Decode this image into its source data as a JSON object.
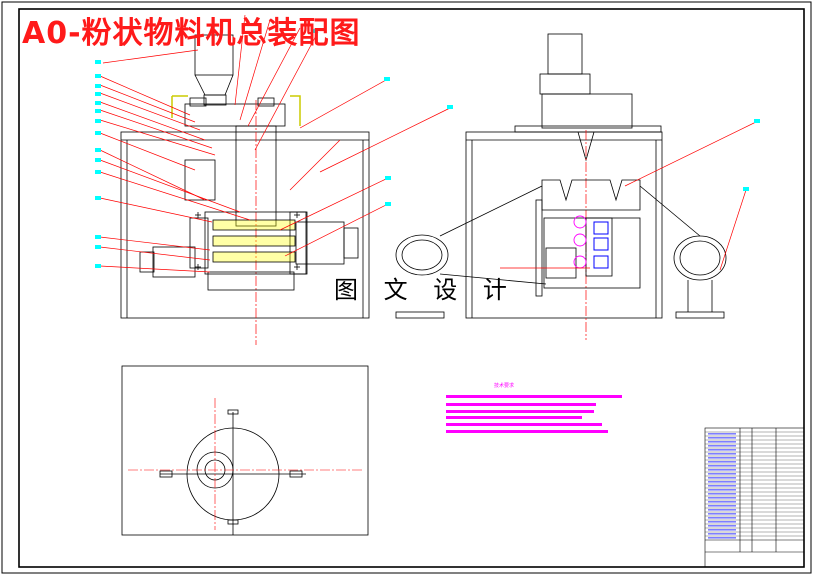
{
  "drawing_title": "A0-粉状物料机总装配图",
  "watermark": "图 文 设 计",
  "technical_requirements_heading": "技术要求",
  "colors": {
    "frame": "#000000",
    "title": "#ff1a1a",
    "annotation": "#ff00ff",
    "leader": "#ff0000",
    "label_marker": "#00ffff",
    "part_fill": "#ffff00",
    "valve": "#0000ff"
  }
}
